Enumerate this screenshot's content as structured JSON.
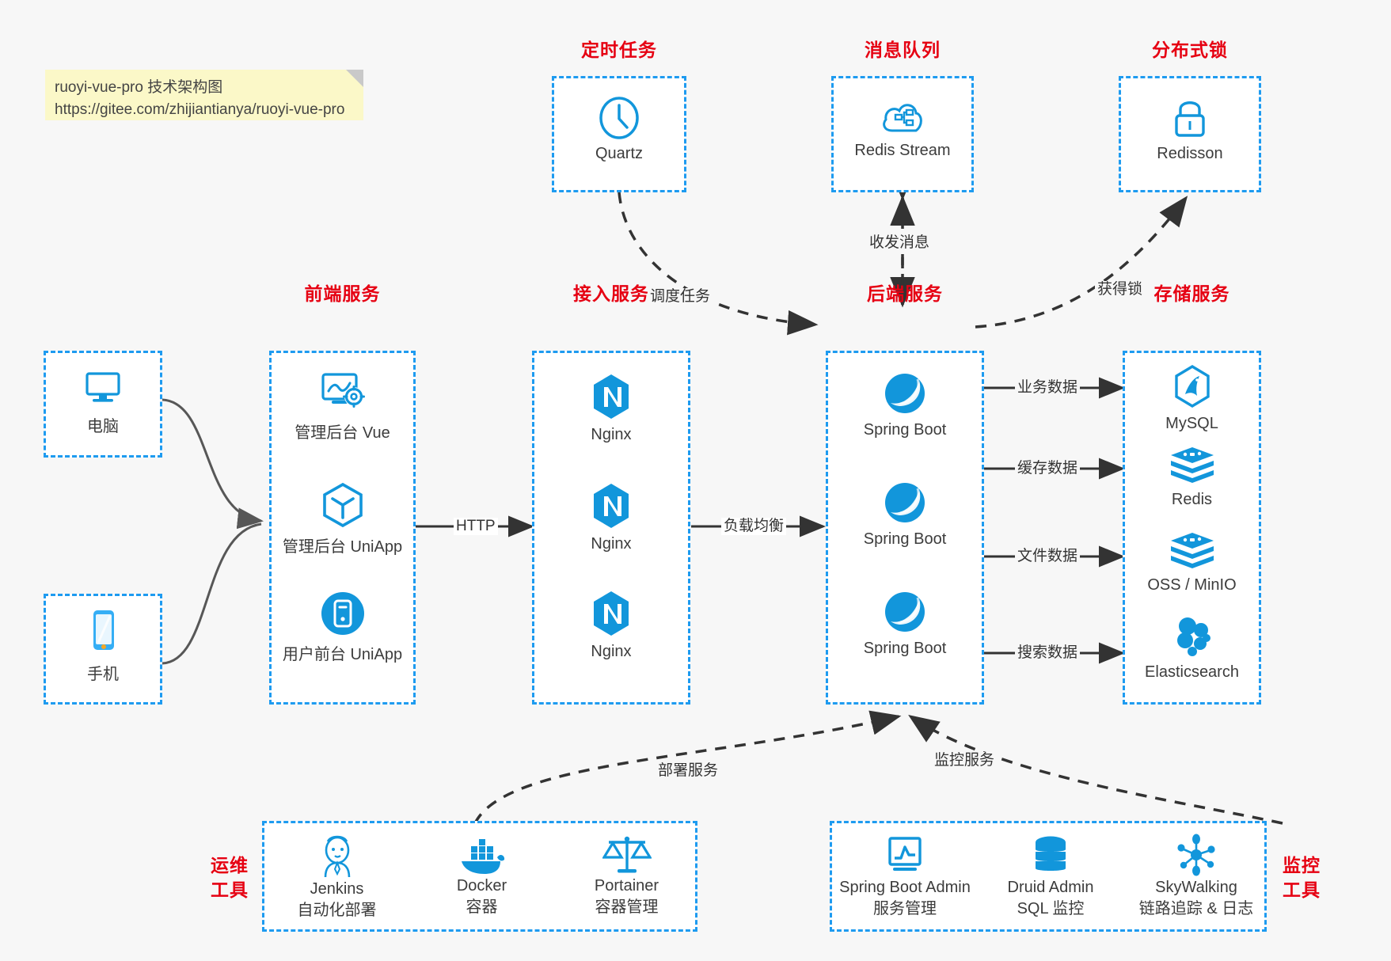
{
  "note": {
    "line1": "ruoyi-vue-pro 技术架构图",
    "line2": "https://gitee.com/zhijiantianya/ruoyi-vue-pro"
  },
  "colors": {
    "accent_blue": "#1E9BF0",
    "icon_blue": "#1296DB",
    "title_red": "#E60012",
    "note_yellow": "#FBF8C8",
    "background": "#F7F7F7",
    "caption_gray": "#3C3C3C",
    "edge_dark": "#333333",
    "curve_gray": "#575757"
  },
  "groups": {
    "scheduler": {
      "title": "定时任务",
      "nodes": [
        {
          "label": "Quartz",
          "icon": "clock-icon"
        }
      ]
    },
    "mq": {
      "title": "消息队列",
      "nodes": [
        {
          "label": "Redis Stream",
          "icon": "cloud-stream-icon"
        }
      ]
    },
    "lock": {
      "title": "分布式锁",
      "nodes": [
        {
          "label": "Redisson",
          "icon": "padlock-icon"
        }
      ]
    },
    "clients": {
      "nodes": [
        {
          "label": "电脑",
          "icon": "desktop-monitor-icon"
        },
        {
          "label": "手机",
          "icon": "mobile-phone-icon"
        }
      ]
    },
    "frontend": {
      "title": "前端服务",
      "nodes": [
        {
          "label": "管理后台 Vue",
          "icon": "dashboard-settings-icon"
        },
        {
          "label": "管理后台 UniApp",
          "icon": "hexagon-cube-icon"
        },
        {
          "label": "用户前台 UniApp",
          "icon": "app-tile-icon"
        }
      ]
    },
    "gateway": {
      "title": "接入服务",
      "nodes": [
        {
          "label": "Nginx",
          "icon": "nginx-icon"
        },
        {
          "label": "Nginx",
          "icon": "nginx-icon"
        },
        {
          "label": "Nginx",
          "icon": "nginx-icon"
        }
      ]
    },
    "backend": {
      "title": "后端服务",
      "nodes": [
        {
          "label": "Spring Boot",
          "icon": "spring-boot-icon"
        },
        {
          "label": "Spring Boot",
          "icon": "spring-boot-icon"
        },
        {
          "label": "Spring Boot",
          "icon": "spring-boot-icon"
        }
      ]
    },
    "storage": {
      "title": "存储服务",
      "nodes": [
        {
          "label": "MySQL",
          "icon": "mysql-icon"
        },
        {
          "label": "Redis",
          "icon": "redis-icon"
        },
        {
          "label": "OSS / MinIO",
          "icon": "redis-stack-icon"
        },
        {
          "label": "Elasticsearch",
          "icon": "elasticsearch-icon"
        }
      ]
    },
    "devops": {
      "title_line1": "运维",
      "title_line2": "工具",
      "nodes": [
        {
          "label": "Jenkins",
          "sublabel": "自动化部署",
          "icon": "jenkins-butler-icon"
        },
        {
          "label": "Docker",
          "sublabel": "容器",
          "icon": "docker-whale-icon"
        },
        {
          "label": "Portainer",
          "sublabel": "容器管理",
          "icon": "scales-balance-icon"
        }
      ]
    },
    "monitoring": {
      "title_line1": "监控",
      "title_line2": "工具",
      "nodes": [
        {
          "label": "Spring Boot Admin",
          "sublabel": "服务管理",
          "icon": "monitor-chart-icon"
        },
        {
          "label": "Druid Admin",
          "sublabel": "SQL 监控",
          "icon": "database-stack-icon"
        },
        {
          "label": "SkyWalking",
          "sublabel": "链路追踪 & 日志",
          "icon": "network-nodes-icon"
        }
      ]
    }
  },
  "edges": {
    "schedule_task": "调度任务",
    "send_receive_message": "收发消息",
    "acquire_lock": "获得锁",
    "http": "HTTP",
    "load_balance": "负载均衡",
    "business_data": "业务数据",
    "cache_data": "缓存数据",
    "file_data": "文件数据",
    "search_data": "搜索数据",
    "deploy_service": "部署服务",
    "monitor_service": "监控服务"
  }
}
